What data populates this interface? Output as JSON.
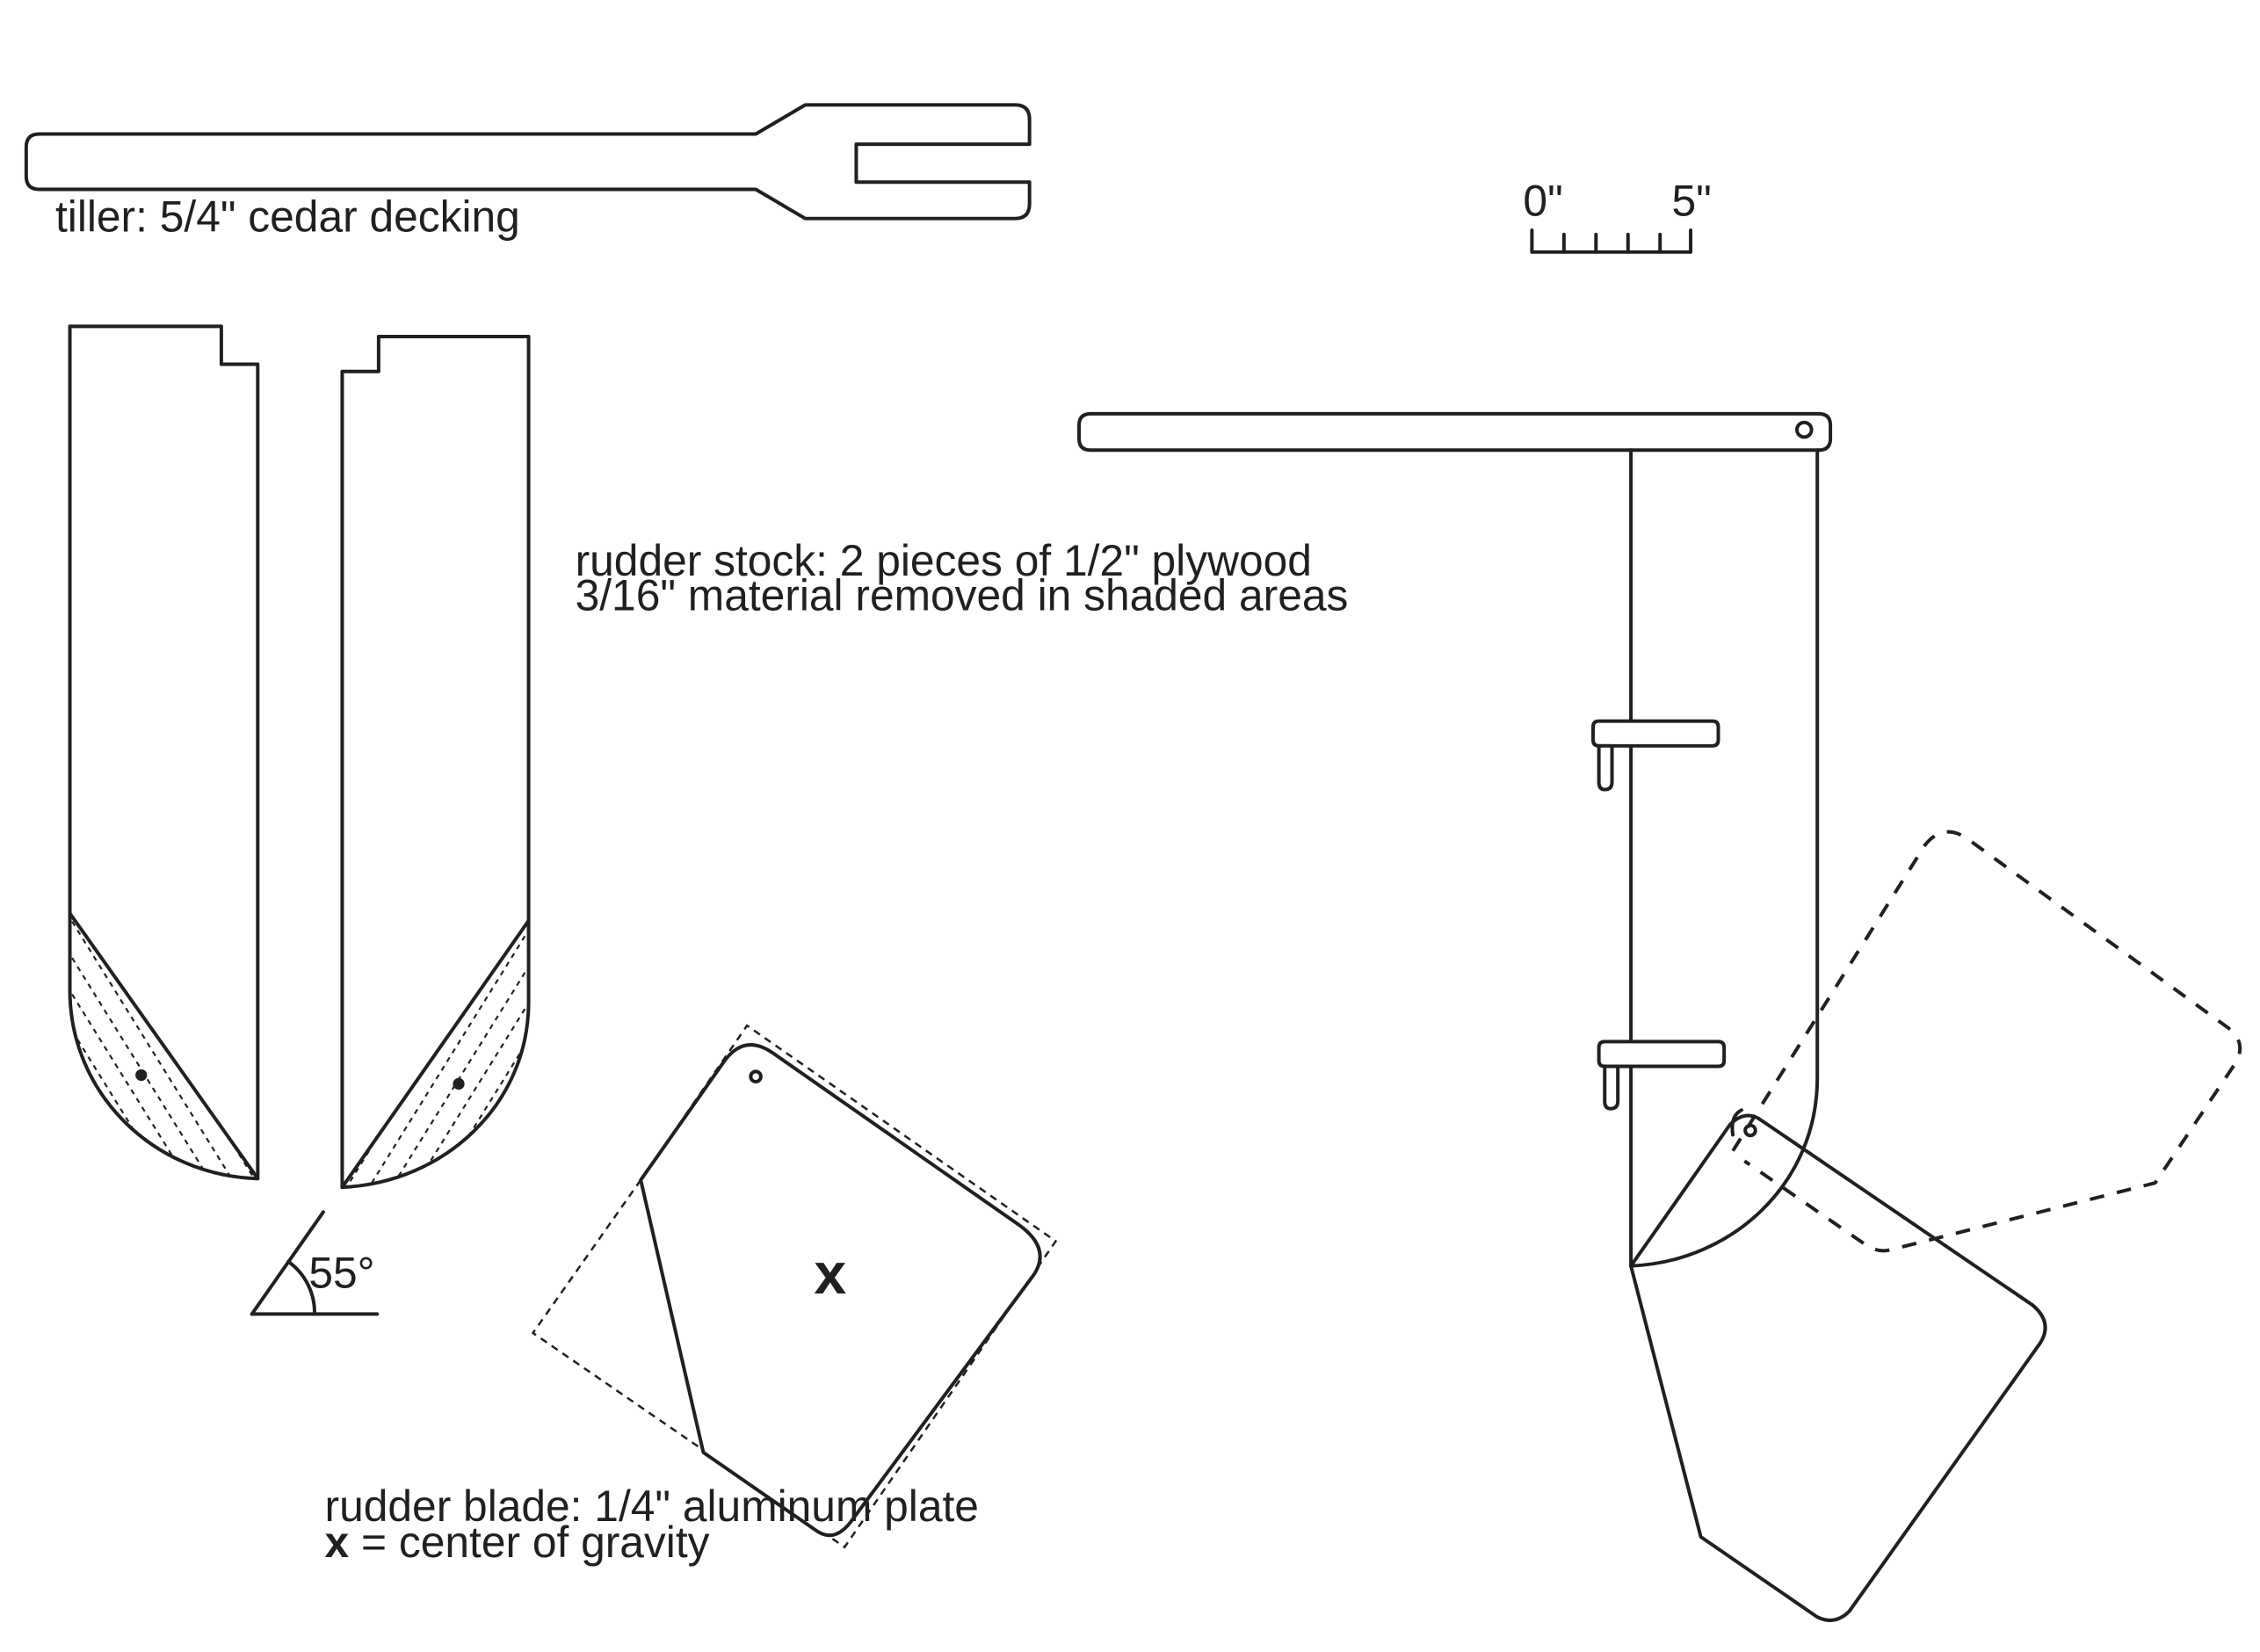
{
  "labels": {
    "tiller": "tiller: 5/4\" cedar decking",
    "scale_start": "0\"",
    "scale_end": "5\"",
    "stock_line1": "rudder stock: 2 pieces of 1/2\" plywood",
    "stock_line2": "3/16\" material removed in shaded areas",
    "angle": "55°",
    "cg_mark": "x",
    "blade_line1": "rudder blade: 1/4\" aluminum plate",
    "blade_line2_key": "x",
    "blade_line2_rest": " = center of gravity"
  }
}
